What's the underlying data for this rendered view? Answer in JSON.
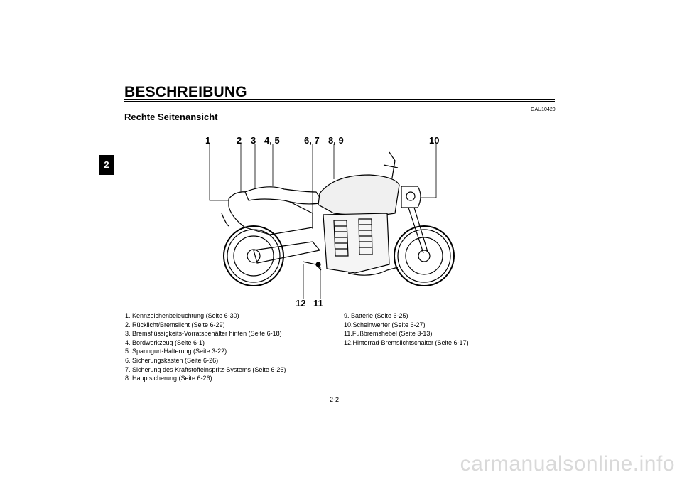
{
  "header": {
    "title": "BESCHREIBUNG",
    "chapter": "2",
    "code": "GAU10420"
  },
  "section_title": "Rechte Seitenansicht",
  "callouts": {
    "c1": "1",
    "c2": "2",
    "c3": "3",
    "c45": "4, 5",
    "c67": "6, 7",
    "c89": "8, 9",
    "c10": "10",
    "c12": "12",
    "c11": "11"
  },
  "legend_left": [
    "1.  Kennzeichenbeleuchtung (Seite 6-30)",
    "2.  Rücklicht/Bremslicht (Seite 6-29)",
    "3.  Bremsflüssigkeits-Vorratsbehälter hinten (Seite 6-18)",
    "4.  Bordwerkzeug (Seite 6-1)",
    "5.  Spanngurt-Halterung (Seite 3-22)",
    "6.  Sicherungskasten (Seite 6-26)",
    "7.  Sicherung des Kraftstoffeinspritz-Systems (Seite 6-26)",
    "8.  Hauptsicherung (Seite 6-26)"
  ],
  "legend_right": [
    "9.  Batterie (Seite 6-25)",
    "10.Scheinwerfer (Seite 6-27)",
    "11.Fußbremshebel (Seite 3-13)",
    "12.Hinterrad-Bremslichtschalter (Seite 6-17)"
  ],
  "footer": {
    "page": "2-2",
    "watermark": "carmanualsonline.info"
  }
}
